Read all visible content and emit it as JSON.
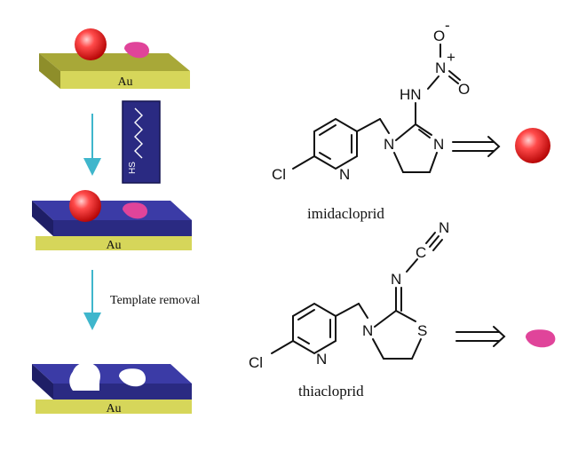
{
  "substrate_label": "Au",
  "thiol_label": "HS",
  "step_label": "Template removal",
  "molecules": [
    {
      "name": "imidacloprid",
      "atoms": [
        "Cl",
        "N",
        "N",
        "N",
        "HN",
        "N",
        "O",
        "O"
      ],
      "charges": [
        "+",
        "-"
      ],
      "template_shape": "sphere"
    },
    {
      "name": "thiacloprid",
      "atoms": [
        "Cl",
        "N",
        "N",
        "S",
        "N",
        "C",
        "N"
      ],
      "template_shape": "drop"
    }
  ],
  "colors": {
    "gold": "#c4c450",
    "gold_dark": "#8e8e2a",
    "polymer": "#2a2a82",
    "polymer_top": "#3b3ba6",
    "arrow": "#3fb6cc",
    "sphere": "#e02020",
    "drop": "#e0449a"
  }
}
